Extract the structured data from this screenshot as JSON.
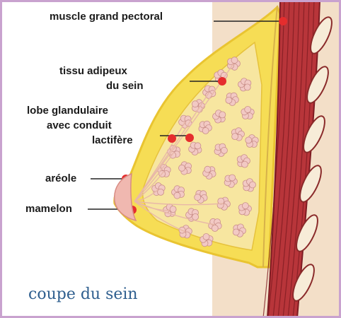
{
  "labels": {
    "muscle": "muscle grand pectoral",
    "adipose_line1": "tissu adipeux",
    "adipose_line2": "du sein",
    "lobe_line1": "lobe glandulaire",
    "lobe_line2": "avec conduit",
    "lobe_line3": "lactifère",
    "areola": "aréole",
    "nipple": "mamelon"
  },
  "caption": "coupe du sein",
  "colors": {
    "frame": "#c9a2cf",
    "fat": "#f6dd55",
    "fat_outline": "#e9c431",
    "muscle": "#b8353a",
    "muscle_dark": "#7e1b22",
    "tissue": "#f3dfc8",
    "lobule": "#f2c9c4",
    "marker": "#e52d2d",
    "leader": "#222222",
    "caption": "#2f5f8f"
  }
}
